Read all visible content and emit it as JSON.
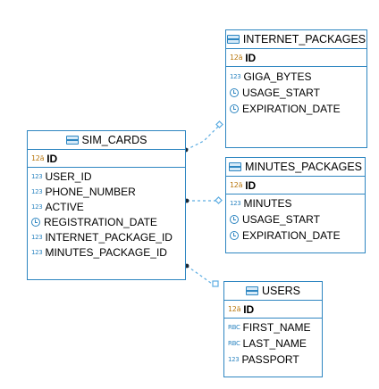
{
  "entities": {
    "internet_packages": {
      "name": "INTERNET_PACKAGES",
      "pk": "ID",
      "columns": [
        {
          "type": "123",
          "name": "GIGA_BYTES"
        },
        {
          "type": "clock",
          "name": "USAGE_START"
        },
        {
          "type": "clock",
          "name": "EXPIRATION_DATE"
        }
      ]
    },
    "sim_cards": {
      "name": "SIM_CARDS",
      "pk": "ID",
      "columns": [
        {
          "type": "123",
          "name": "USER_ID"
        },
        {
          "type": "123",
          "name": "PHONE_NUMBER"
        },
        {
          "type": "123",
          "name": "ACTIVE"
        },
        {
          "type": "clock",
          "name": "REGISTRATION_DATE"
        },
        {
          "type": "123",
          "name": "INTERNET_PACKAGE_ID"
        },
        {
          "type": "123",
          "name": "MINUTES_PACKAGE_ID"
        }
      ]
    },
    "minutes_packages": {
      "name": "MINUTES_PACKAGES",
      "pk": "ID",
      "columns": [
        {
          "type": "123",
          "name": "MINUTES"
        },
        {
          "type": "clock",
          "name": "USAGE_START"
        },
        {
          "type": "clock",
          "name": "EXPIRATION_DATE"
        }
      ]
    },
    "users": {
      "name": "USERS",
      "pk": "ID",
      "columns": [
        {
          "type": "abc",
          "name": "FIRST_NAME"
        },
        {
          "type": "abc",
          "name": "LAST_NAME"
        },
        {
          "type": "123",
          "name": "PASSPORT"
        }
      ]
    }
  },
  "type_labels": {
    "num": "123",
    "abc": "RBC",
    "key": "12ä"
  },
  "colors": {
    "border": "#2e86c1",
    "link": "#5dade2",
    "anchor": "#1b2631"
  }
}
